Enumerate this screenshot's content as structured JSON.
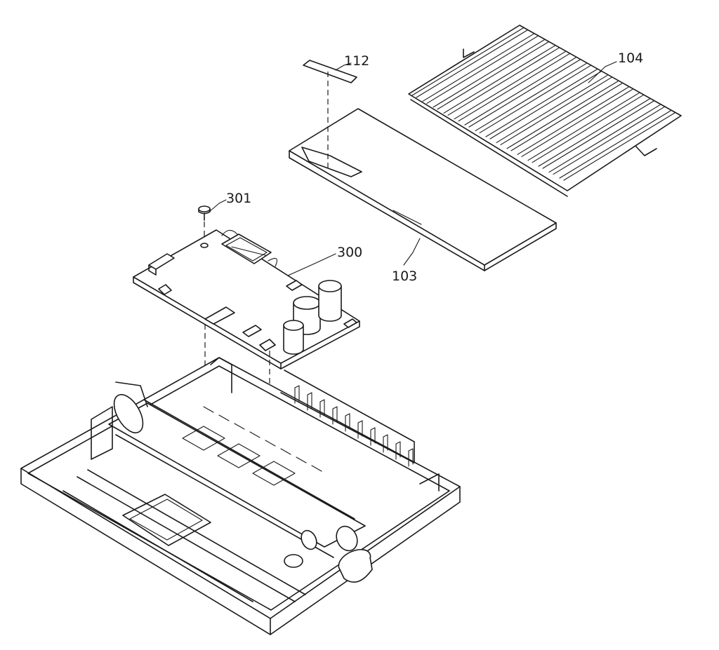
{
  "callouts": [
    {
      "id": "112",
      "text": "112"
    },
    {
      "id": "104",
      "text": "104"
    },
    {
      "id": "301",
      "text": "301"
    },
    {
      "id": "300",
      "text": "300"
    },
    {
      "id": "103",
      "text": "103"
    }
  ]
}
